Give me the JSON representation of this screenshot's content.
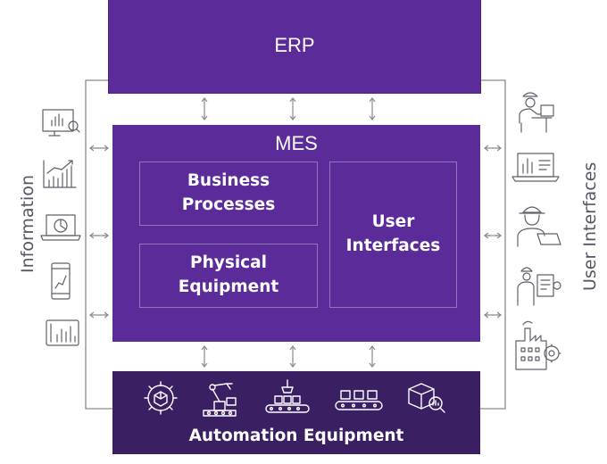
{
  "erp": {
    "title": "ERP"
  },
  "mes": {
    "title": "MES",
    "business_processes": "Business Processes",
    "physical_equipment": "Physical Equipment",
    "user_interfaces": "User Interfaces"
  },
  "automation": {
    "title": "Automation Equipment",
    "icons": [
      "gear-cube-icon",
      "robot-arm-icon",
      "pick-and-place-icon",
      "conveyor-icon",
      "inspection-box-icon"
    ]
  },
  "left": {
    "label": "Information",
    "icons": [
      "monitor-analytics-icon",
      "trend-chart-icon",
      "laptop-pie-chart-icon",
      "mobile-chart-icon",
      "tablet-bar-chart-icon"
    ]
  },
  "right": {
    "label": "User Interfaces",
    "icons": [
      "desk-worker-icon",
      "laptop-dashboard-icon",
      "engineer-laptop-icon",
      "operator-panel-icon",
      "factory-gear-icon"
    ]
  },
  "colors": {
    "block_purple": "#5a2b99",
    "automation_purple": "#3a1f63",
    "line_gray": "#8a8a8a",
    "icon_gray": "#5f5f6e"
  }
}
